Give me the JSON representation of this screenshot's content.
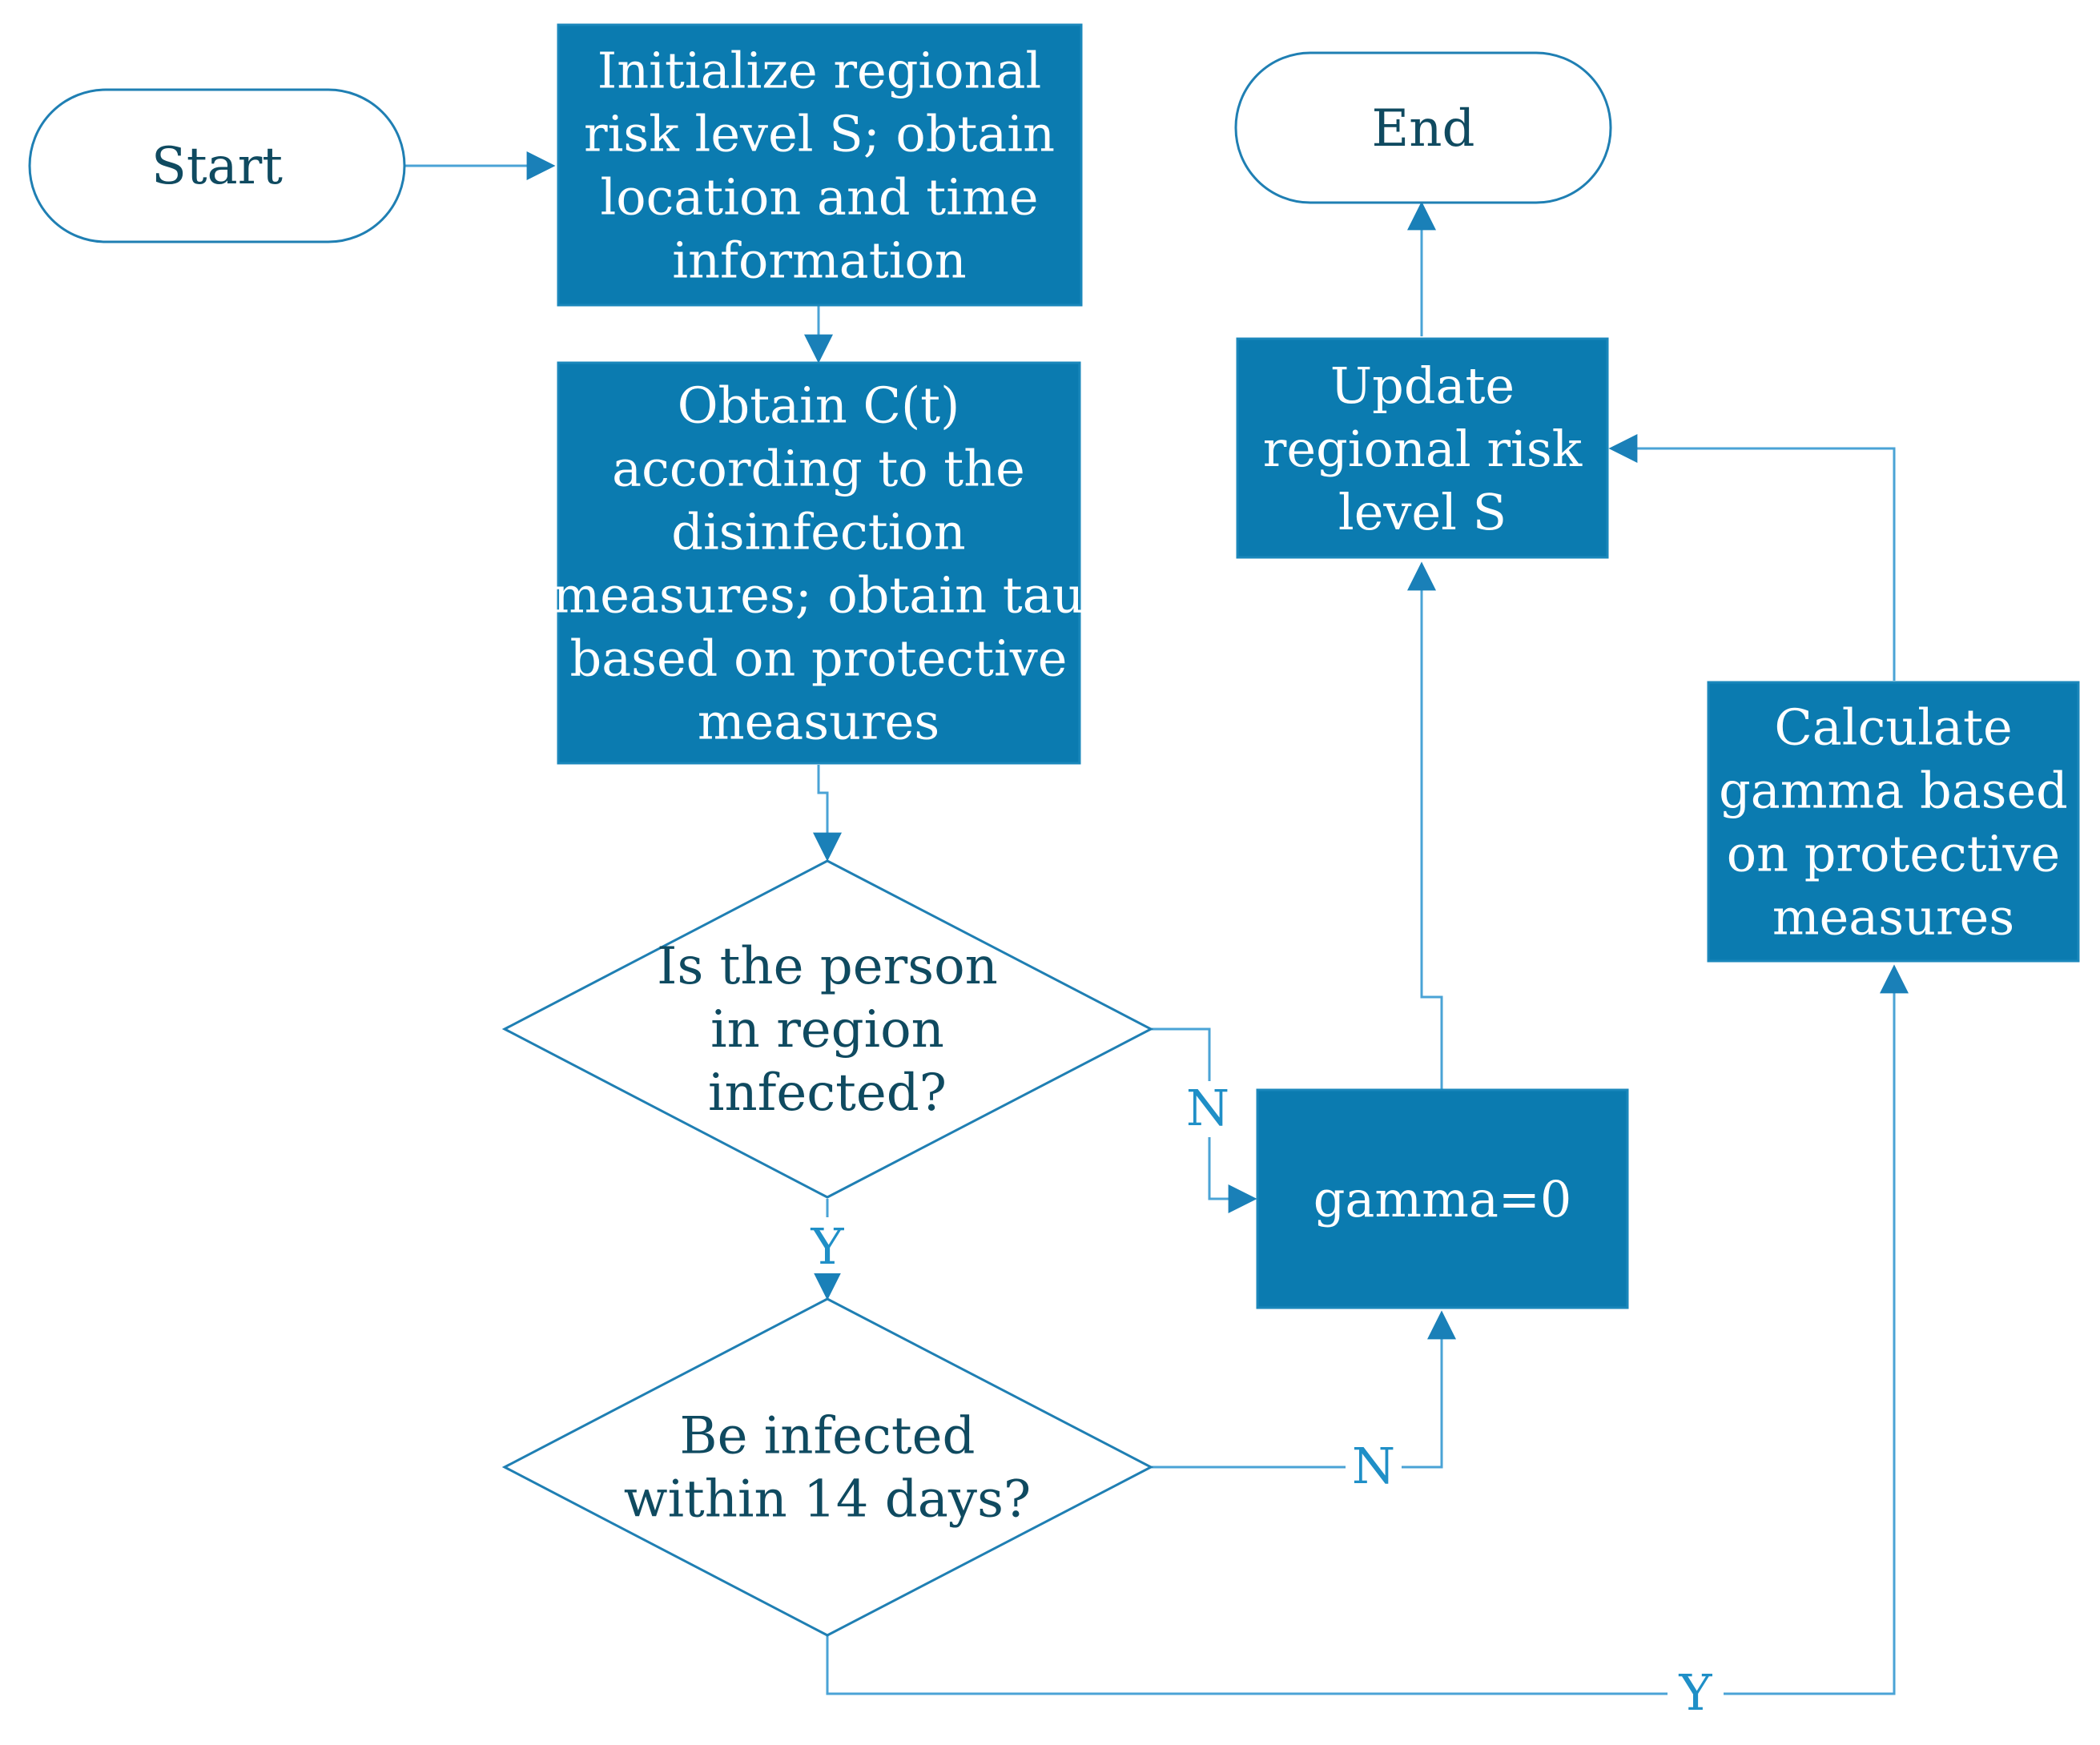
{
  "colors": {
    "box_fill": "#0b7bb0",
    "box_border": "#1a87bb",
    "shape_outline": "#1f7fb3",
    "connector": "#4aa3d6",
    "label": "#1f8fc7",
    "dark_text": "#0f4a60"
  },
  "nodes": {
    "start": {
      "lines": [
        "Start"
      ]
    },
    "end": {
      "lines": [
        "End"
      ]
    },
    "init": {
      "lines": [
        "Initialize regional",
        "risk level S; obtain",
        "location and time",
        "information"
      ]
    },
    "obtain": {
      "lines": [
        "Obtain C(t)",
        "according to the",
        "disinfection",
        "measures; obtain tau",
        "based on protective",
        "measures"
      ]
    },
    "decision1": {
      "lines": [
        "Is the person",
        "in region",
        "infected?"
      ]
    },
    "decision2": {
      "lines": [
        "Be infected",
        "within 14 days?"
      ]
    },
    "gamma0": {
      "lines": [
        "gamma=0"
      ]
    },
    "update": {
      "lines": [
        "Update",
        "regional risk",
        "level S"
      ]
    },
    "calc": {
      "lines": [
        "Calculate",
        "gamma based",
        "on protective",
        "measures"
      ]
    }
  },
  "edge_labels": {
    "d1_no": "N",
    "d1_yes": "Y",
    "d2_no": "N",
    "d2_yes": "Y"
  }
}
